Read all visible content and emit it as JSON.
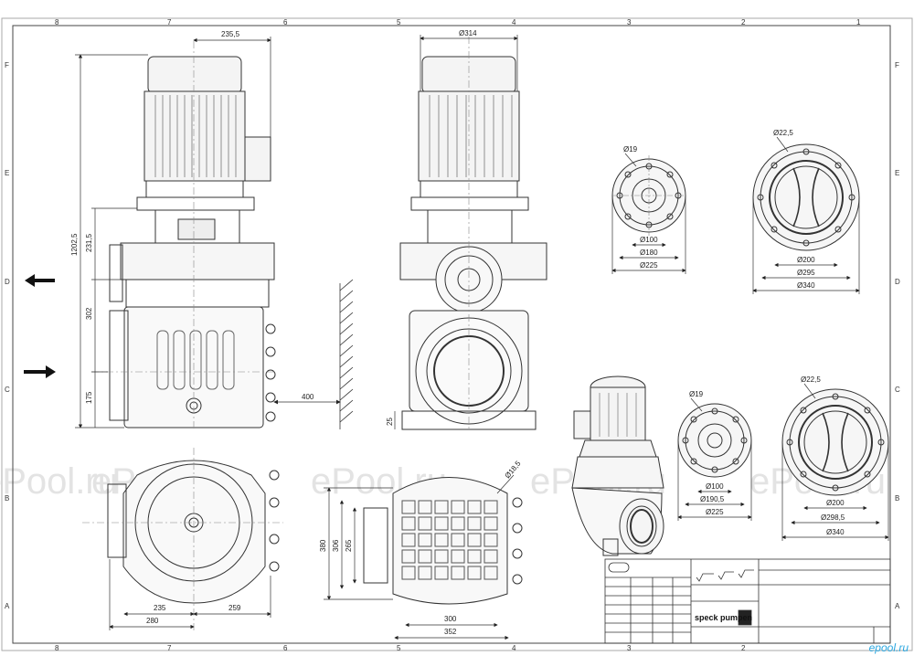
{
  "zones": {
    "columns": [
      "8",
      "7",
      "6",
      "5",
      "4",
      "3",
      "2",
      "1"
    ],
    "rows": [
      "F",
      "E",
      "D",
      "C",
      "B",
      "A"
    ]
  },
  "front_view": {
    "dim_width": "235,5",
    "dim_total_height": "1202,5",
    "dim_upper": "231,5",
    "dim_middle": "302",
    "dim_lower": "175"
  },
  "side_view": {
    "dim_width": "Ø314",
    "dim_clearance": "400",
    "dim_base": "25"
  },
  "top_view": {
    "dim_left": "235",
    "dim_right": "259",
    "dim_overall": "280"
  },
  "base_view": {
    "dim_hole": "Ø18,5",
    "dim_h1": "380",
    "dim_h2": "306",
    "dim_h3": "265",
    "dim_w1": "300",
    "dim_w2": "352"
  },
  "small_flange_top": {
    "dim_hole": "Ø19",
    "dim_inner": "Ø100",
    "dim_bolt": "Ø180",
    "dim_outer": "Ø225"
  },
  "large_flange_top": {
    "dim_hole": "Ø22,5",
    "dim_inner": "Ø200",
    "dim_bolt": "Ø295",
    "dim_outer": "Ø340"
  },
  "small_flange_bottom": {
    "dim_hole": "Ø19",
    "dim_inner": "Ø100",
    "dim_bolt": "Ø190,5",
    "dim_outer": "Ø225"
  },
  "large_flange_bottom": {
    "dim_hole": "Ø22,5",
    "dim_inner": "Ø200",
    "dim_bolt": "Ø298,5",
    "dim_outer": "Ø340"
  },
  "title_block": {
    "logo": "speck pumpen"
  },
  "watermark": "ePool.ru",
  "brand": "epool.ru"
}
